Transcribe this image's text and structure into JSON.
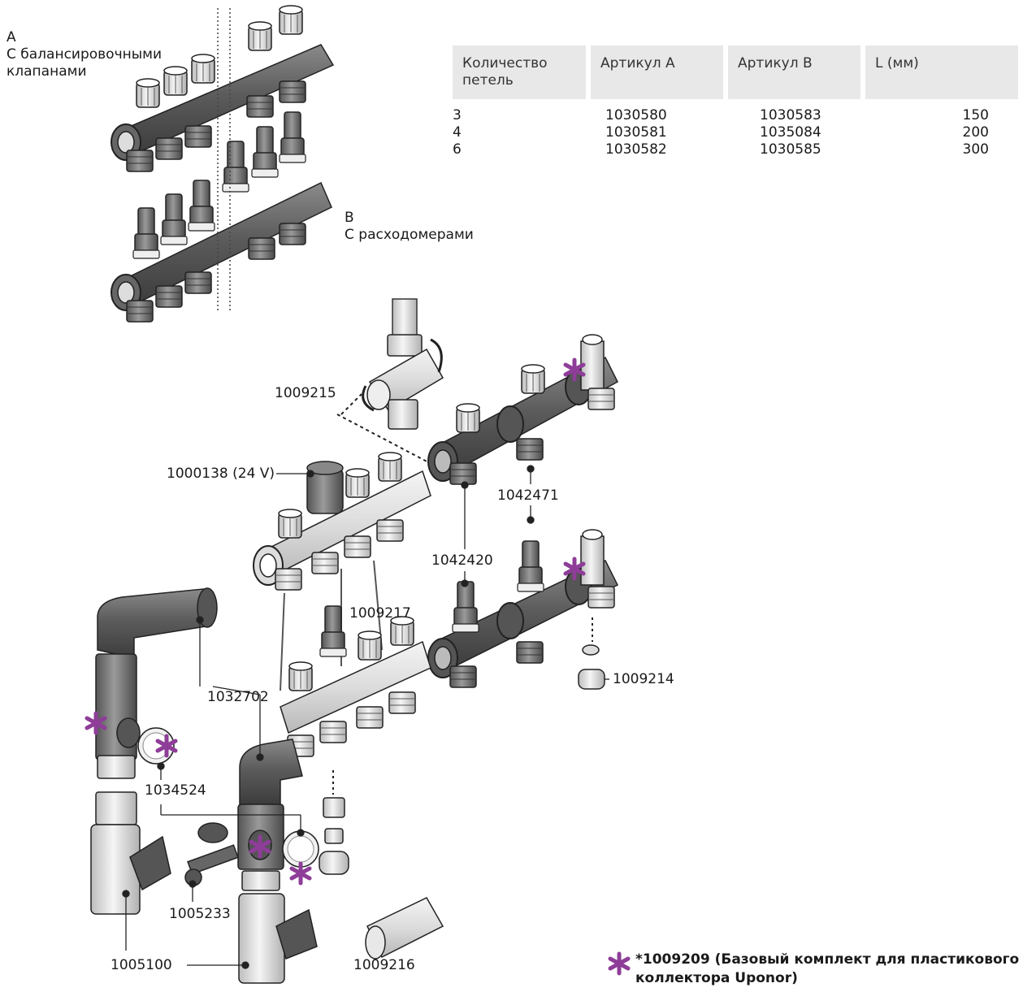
{
  "group_a": {
    "letter": "A",
    "caption_line1": "С балансировочными",
    "caption_line2": "клапанами"
  },
  "group_b": {
    "letter": "B",
    "caption": "С расходомерами"
  },
  "table": {
    "headers": [
      "Количество петель",
      "Артикул A",
      "Артикул B",
      "L (мм)"
    ],
    "header_line1": [
      "Количество",
      "Артикул A",
      "Артикул B",
      "L (мм)"
    ],
    "header_line2": [
      "петель",
      "",
      "",
      ""
    ],
    "rows": [
      [
        "3",
        "1030580",
        "1030583",
        "150"
      ],
      [
        "4",
        "1030581",
        "1035084",
        "200"
      ],
      [
        "6",
        "1030582",
        "1030585",
        "300"
      ]
    ]
  },
  "parts": {
    "p1009215": "1009215",
    "p1000138": "1000138 (24 V)",
    "p1042471": "1042471",
    "p1042420": "1042420",
    "p1009217": "1009217",
    "p1009214": "1009214",
    "p1032702": "1032702",
    "p1034524": "1034524",
    "p1005233": "1005233",
    "p1005100": "1005100",
    "p1009216": "1009216"
  },
  "legend": {
    "line1": "*1009209 (Базовый комплект для пластикового",
    "line2": "коллектора Uponor)",
    "star_icon": "star-marker-icon"
  },
  "colors": {
    "accent_star": "#8e3d98",
    "part_dark": "#5a5a5a",
    "part_mid": "#9a9a9a",
    "part_light": "#d9d9d9"
  }
}
